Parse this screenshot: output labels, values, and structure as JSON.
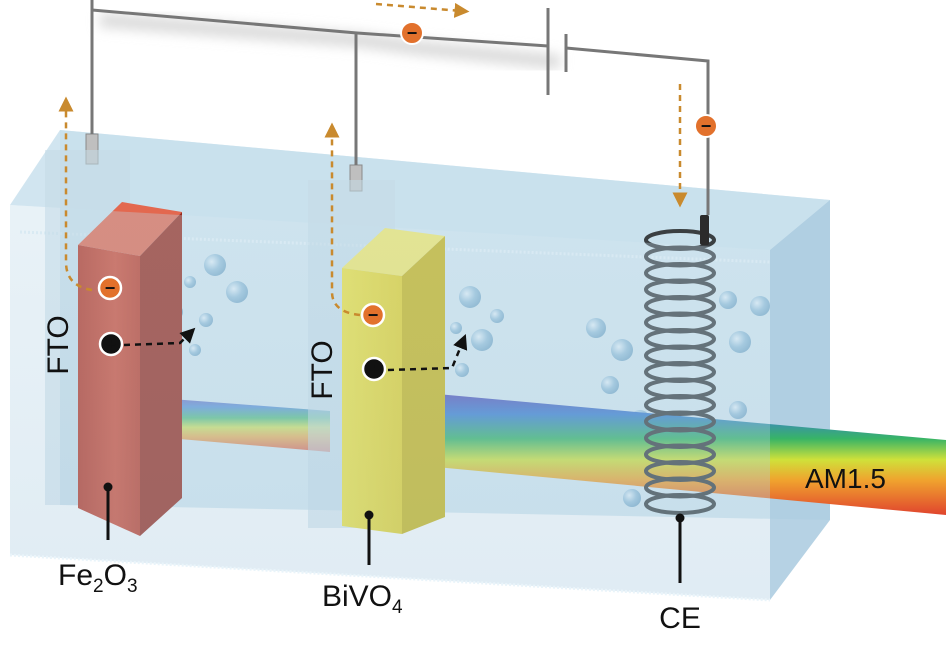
{
  "labels": {
    "fto_left": "FTO",
    "fto_right": "FTO",
    "fe2o3": {
      "base1": "Fe",
      "sub1": "2",
      "base2": "O",
      "sub2": "3"
    },
    "bivo4": {
      "base": "BiVO",
      "sub": "4"
    },
    "ce": "CE",
    "am15": "AM1.5"
  },
  "charges": {
    "electron": "−",
    "hole": "+"
  },
  "colors": {
    "hematite": "#c94030",
    "bivo4": "#ecd92c",
    "electron": "#e2712c",
    "flow_arrow": "#c98a2e",
    "wire": "#777777",
    "electrolyte": "#b8d6e6",
    "coil": "#3a3f42"
  }
}
